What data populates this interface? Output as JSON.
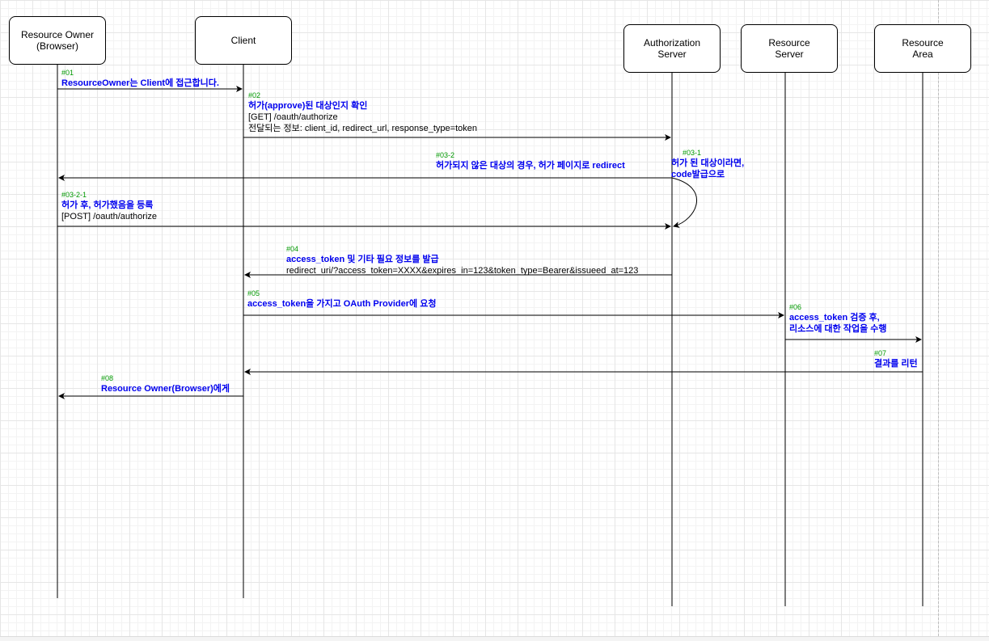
{
  "actors": [
    {
      "id": "owner",
      "label": "Resource Owner\n(Browser)"
    },
    {
      "id": "client",
      "label": "Client"
    },
    {
      "id": "auth",
      "label": "Authorization\nServer"
    },
    {
      "id": "rserver",
      "label": "Resource\nServer"
    },
    {
      "id": "rarea",
      "label": "Resource\nArea"
    }
  ],
  "messages": [
    {
      "id": "m01",
      "num": "#01",
      "bold": [
        "ResourceOwner는 Client에 접근합니다."
      ],
      "plain": []
    },
    {
      "id": "m02",
      "num": "#02",
      "bold": [
        "허가(approve)된 대상인지 확인"
      ],
      "plain": [
        "[GET] /oauth/authorize",
        "전달되는 정보: client_id, redirect_url, response_type=token"
      ]
    },
    {
      "id": "m0302",
      "num": "#03-2",
      "bold": [
        "허가되지 않은 대상의 경우, 허가 페이지로 redirect"
      ],
      "plain": []
    },
    {
      "id": "m0301",
      "num": "#03-1",
      "bold": [
        "허가 된 대상이라면,",
        "code발급으로"
      ],
      "plain": []
    },
    {
      "id": "m03021",
      "num": "#03-2-1",
      "bold": [
        "허가 후, 허가했음을 등록"
      ],
      "plain": [
        "[POST] /oauth/authorize"
      ]
    },
    {
      "id": "m04",
      "num": "#04",
      "bold": [
        "access_token 및 기타 필요 정보를 발급"
      ],
      "plain": [
        "redirect_uri/?access_token=XXXX&expires_in=123&token_type=Bearer&issueed_at=123"
      ]
    },
    {
      "id": "m05",
      "num": "#05",
      "bold": [
        "access_token을 가지고  OAuth Provider에 요청"
      ],
      "plain": []
    },
    {
      "id": "m06",
      "num": "#06",
      "bold": [
        "access_token 검증 후,",
        "리소스에 대한 작업을 수행"
      ],
      "plain": []
    },
    {
      "id": "m07",
      "num": "#07",
      "bold": [
        "결과를 리턴"
      ],
      "plain": []
    },
    {
      "id": "m08",
      "num": "#08",
      "bold": [
        "Resource Owner(Browser)에게"
      ],
      "plain": []
    }
  ]
}
